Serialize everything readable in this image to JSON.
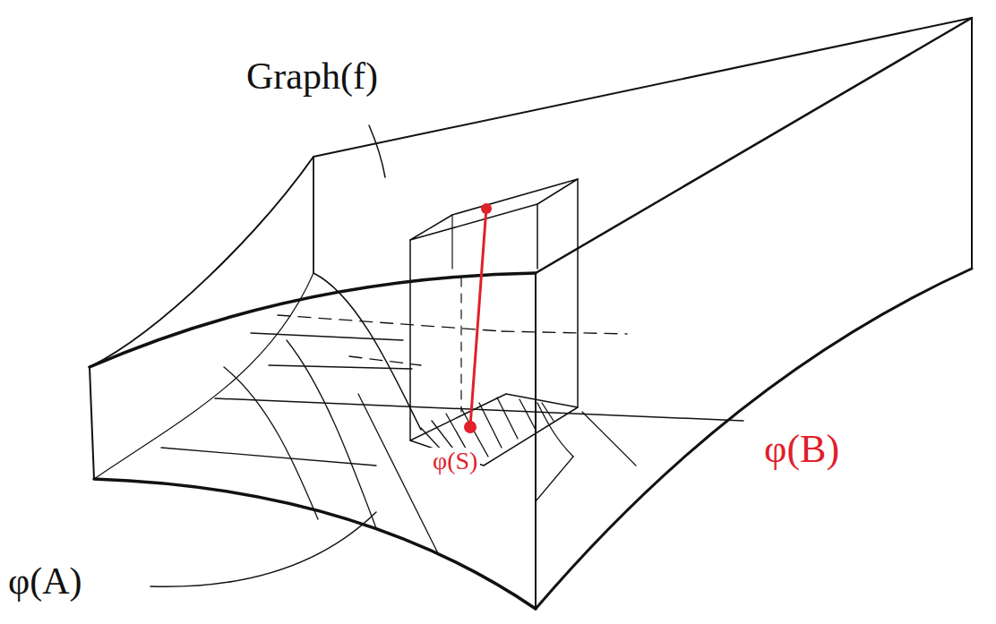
{
  "diagram": {
    "labels": [
      "Graph(f)",
      "φ(A)",
      "φ(B)",
      "φ(S)"
    ]
  }
}
